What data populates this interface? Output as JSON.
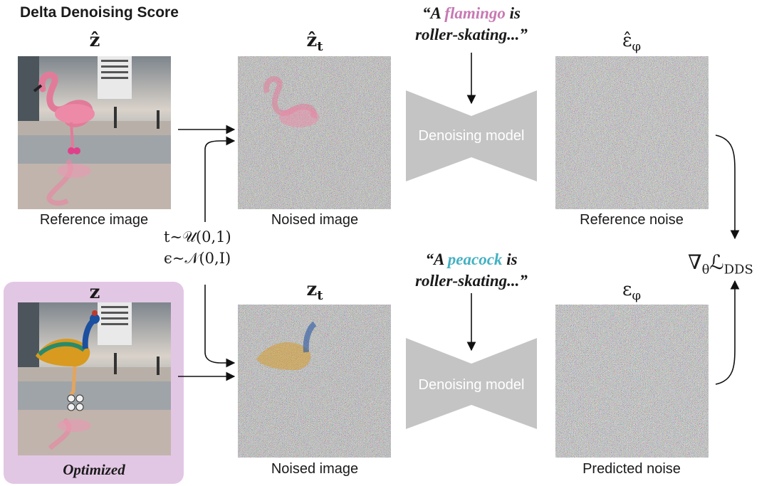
{
  "title": "Delta Denoising Score",
  "top_row": {
    "ref_symbol": "ẑ",
    "noised_symbol": "ẑ_t",
    "prompt_pre": "“A ",
    "prompt_word": "flamingo",
    "prompt_post": " is",
    "prompt_line2": "roller-skating...”",
    "noise_symbol": "ε̂_φ",
    "ref_caption": "Reference image",
    "noised_caption": "Noised image",
    "model_label": "Denoising model",
    "noise_caption": "Reference noise"
  },
  "bottom_row": {
    "ref_symbol": "z",
    "noised_symbol": "z_t",
    "prompt_pre": "“A ",
    "prompt_word": "peacock",
    "prompt_post": " is",
    "prompt_line2": "roller-skating...”",
    "noise_symbol": "ε_φ",
    "opt_label": "Optimized",
    "noised_caption": "Noised image",
    "model_label": "Denoising model",
    "noise_caption": "Predicted noise"
  },
  "sampling": {
    "t_line": "t∼𝒰(0,1)",
    "eps_line": "ϵ∼𝒩(0,I)"
  },
  "loss": "∇θℒDDS",
  "colors": {
    "flamingo_word": "#c779b3",
    "peacock_word": "#43b1c2",
    "optimized_box": "#e2c7e4",
    "model_shape": "#c4c4c4"
  }
}
